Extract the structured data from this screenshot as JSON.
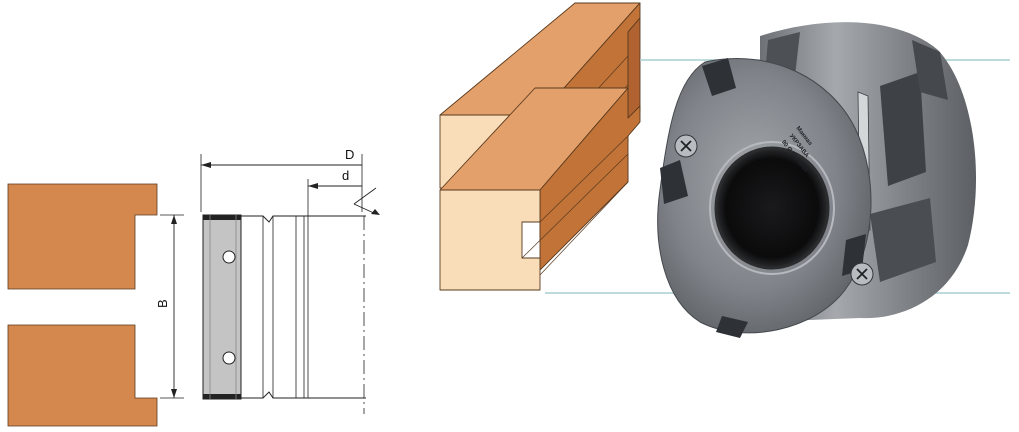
{
  "drawing": {
    "labels": {
      "outer_diameter": "D",
      "bore_diameter": "d",
      "cutting_width": "B"
    }
  },
  "cutter_engraving": {
    "brand": "Mакмаs",
    "model": "УКРЗАВА",
    "spec": "90 Ø 50Z 4/40"
  },
  "colors": {
    "wood_face": "#d4884e",
    "wood_end": "#f8ddb8",
    "wood_side": "#c27338",
    "wood_edge": "#5a3a1e",
    "knife": "#c4c4c4",
    "steel_dark": "#55595d",
    "steel_light": "#9ca0a4",
    "bore": "#0c0c0d"
  }
}
